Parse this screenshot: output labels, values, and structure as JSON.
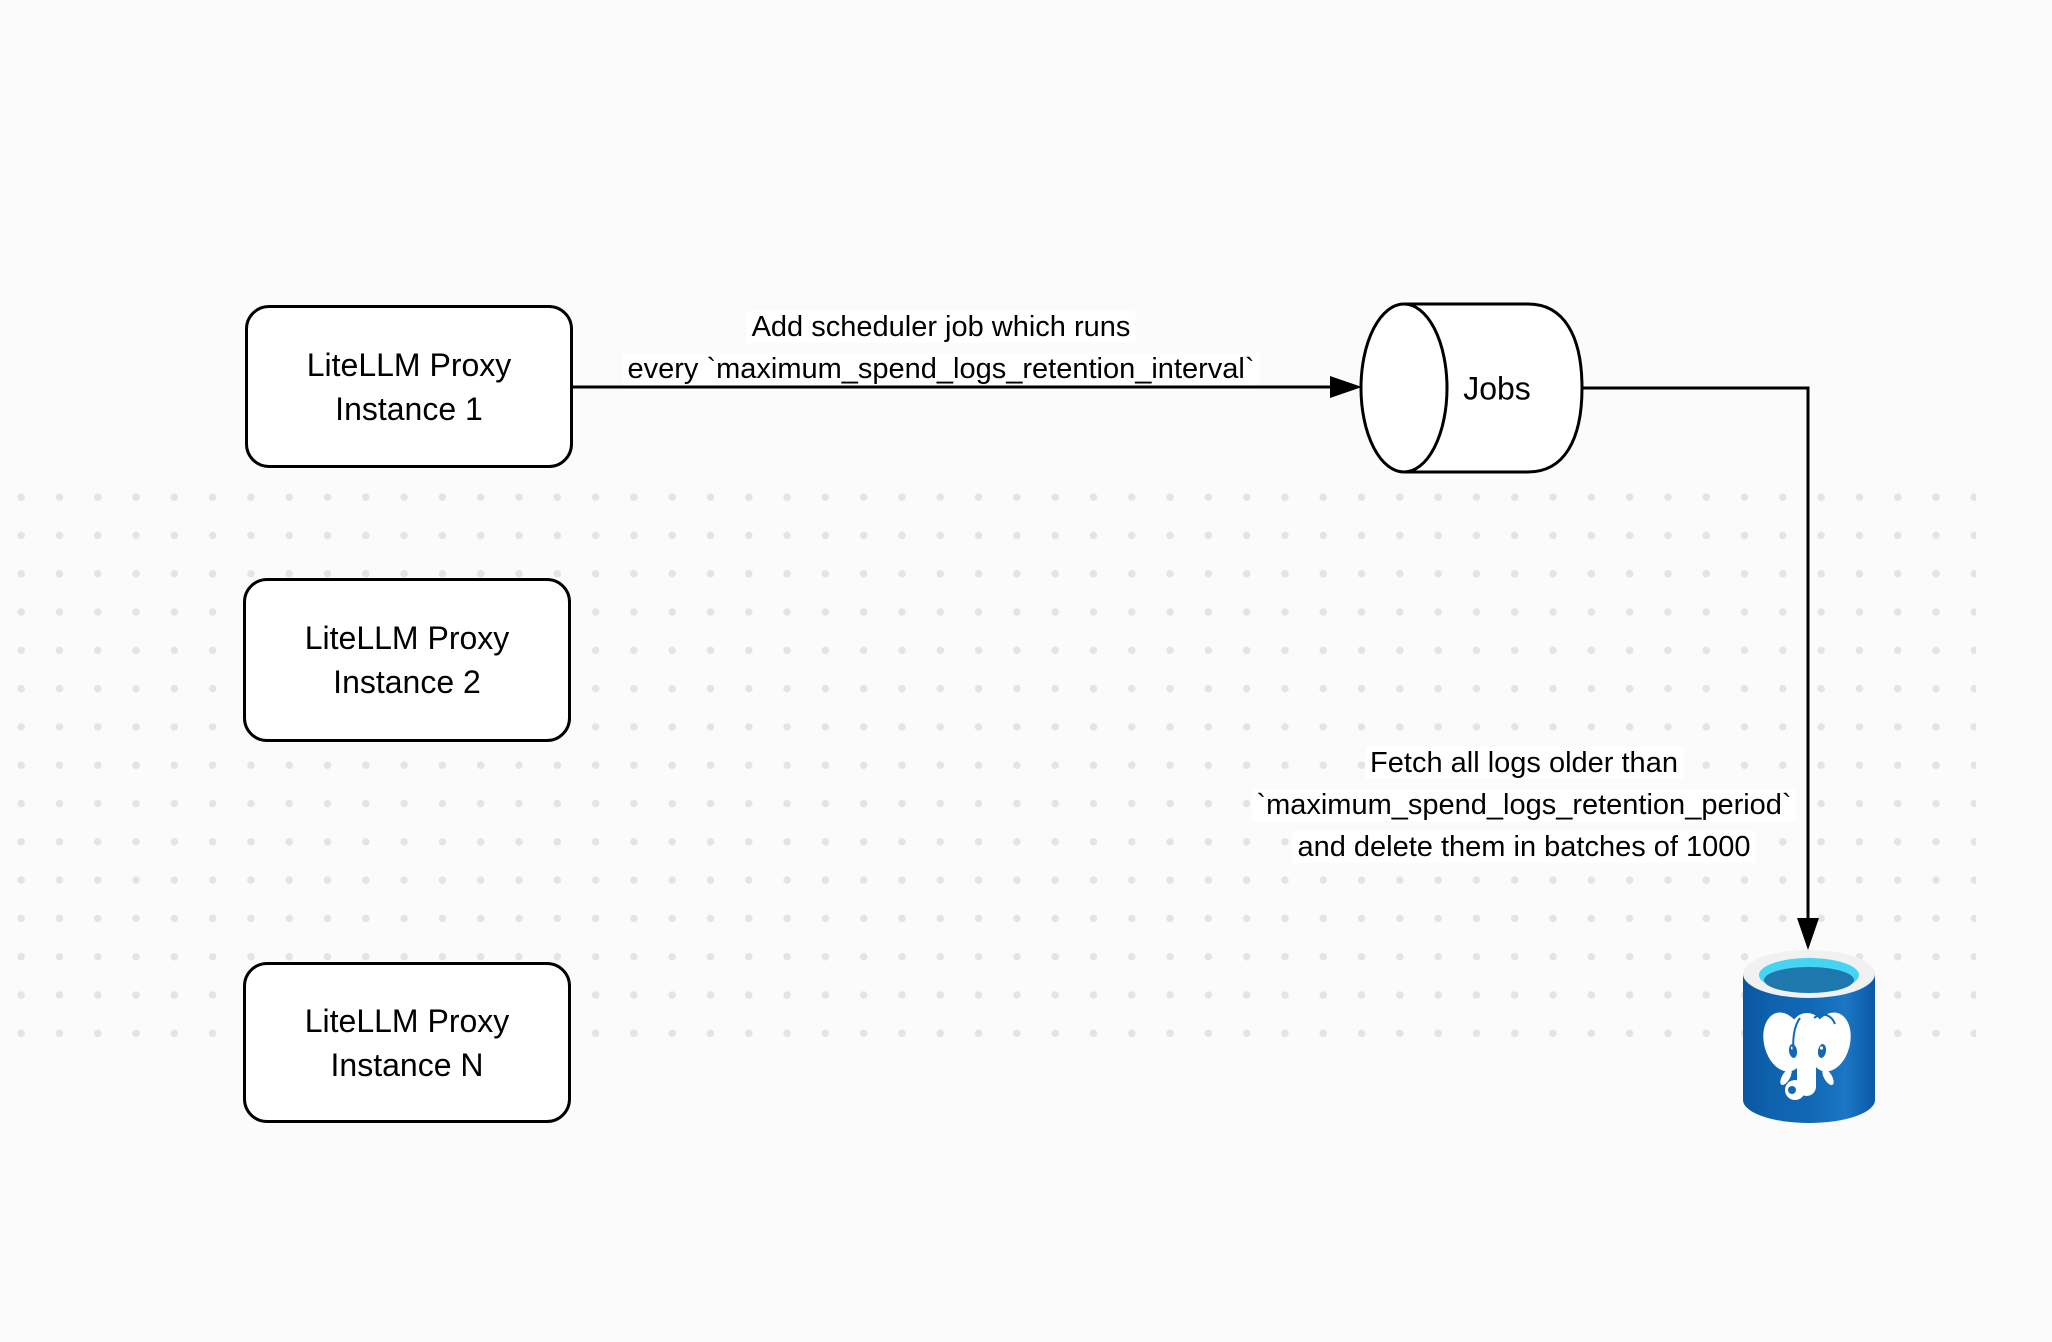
{
  "nodes": {
    "proxy1": {
      "line1": "LiteLLM Proxy",
      "line2": "Instance 1"
    },
    "proxy2": {
      "line1": "LiteLLM Proxy",
      "line2": "Instance 2"
    },
    "proxyN": {
      "line1": "LiteLLM Proxy",
      "line2": "Instance N"
    },
    "jobs_queue": {
      "label": "Jobs"
    },
    "postgres_db": {
      "icon": "postgresql-database-icon"
    }
  },
  "edges": {
    "add_scheduler": {
      "from": "proxy1",
      "to": "jobs_queue",
      "label_line1": "Add scheduler job which runs",
      "label_line2": "every `maximum_spend_logs_retention_interval`"
    },
    "fetch_delete": {
      "from": "jobs_queue",
      "to": "postgres_db",
      "label_line1": "Fetch all logs older than",
      "label_line2": "`maximum_spend_logs_retention_period`",
      "label_line3": "and delete them in batches of 1000"
    }
  },
  "colors": {
    "stroke": "#000000",
    "node_fill": "#ffffff",
    "background": "#fbfbfb",
    "grid_dot": "#e4e4e4",
    "postgres_body_blue": "#1168b4",
    "postgres_rim": "#f1f1f1",
    "postgres_water_cyan": "#45d4f4",
    "postgres_water_deep": "#1f78ad",
    "postgres_elephant": "#ffffff"
  }
}
